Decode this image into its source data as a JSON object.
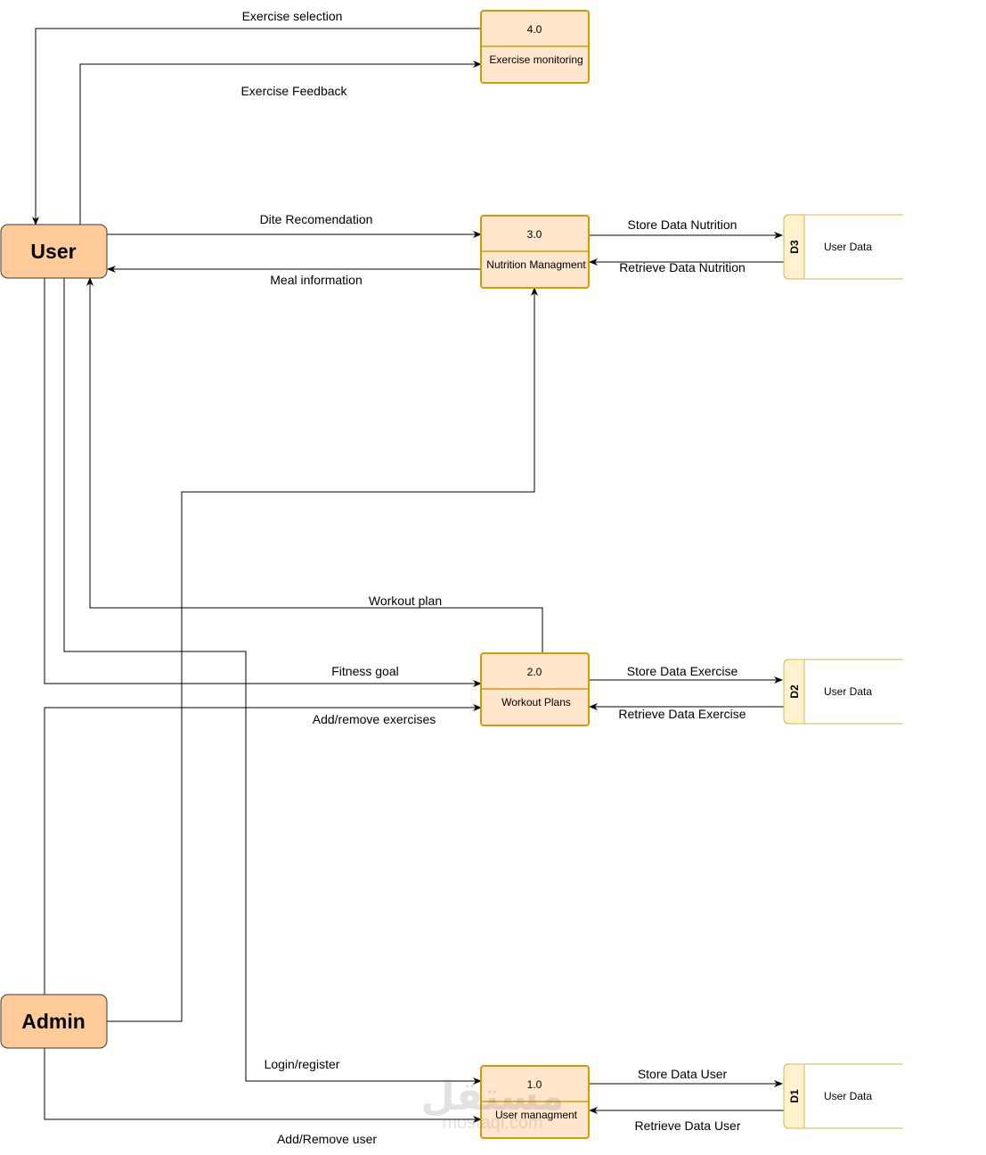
{
  "entities": {
    "user": {
      "label": "User"
    },
    "admin": {
      "label": "Admin"
    }
  },
  "processes": {
    "p4": {
      "id": "4.0",
      "name": "Exercise monitoring"
    },
    "p3": {
      "id": "3.0",
      "name": "Nutrition Managment"
    },
    "p2": {
      "id": "2.0",
      "name": "Workout Plans"
    },
    "p1": {
      "id": "1.0",
      "name": "User managment"
    }
  },
  "stores": {
    "d3": {
      "id": "D3",
      "name": "User Data"
    },
    "d2": {
      "id": "D2",
      "name": "User Data"
    },
    "d1": {
      "id": "D1",
      "name": "User Data"
    }
  },
  "flows": {
    "exercise_selection": "Exercise selection",
    "exercise_feedback": "Exercise Feedback",
    "dite_recomendation": "Dite Recomendation",
    "meal_information": "Meal information",
    "store_nutrition": "Store Data Nutrition",
    "retrieve_nutrition": "Retrieve Data Nutrition",
    "workout_plan": "Workout plan",
    "fitness_goal": "Fitness goal",
    "add_remove_exercises": "Add/remove exercises",
    "store_exercise": "Store Data Exercise",
    "retrieve_exercise": "Retrieve Data Exercise",
    "login_register": "Login/register",
    "add_remove_user": "Add/Remove user",
    "store_user": "Store Data User",
    "retrieve_user": "Retrieve Data User"
  },
  "watermark": {
    "arabic": "مستقل",
    "latin": "mostaql.com"
  },
  "colors": {
    "entity_fill": "#ffcc99",
    "process_fill": "#ffe6cc",
    "process_stroke": "#d79b00",
    "store_fill": "#fff2cc",
    "store_stroke": "#d6b656"
  }
}
